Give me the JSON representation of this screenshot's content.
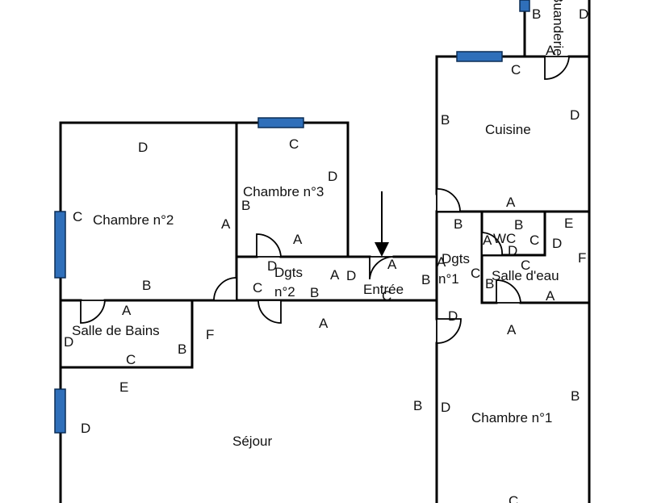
{
  "plan": {
    "rooms": {
      "cuisine": "Cuisine",
      "buanderie": "Buanderie",
      "chambre2": "Chambre n°2",
      "chambre3": "Chambre n°3",
      "dgts2_a": "Dgts",
      "dgts2_b": "n°2",
      "entree": "Entrée",
      "dgts1_a": "Dgts",
      "dgts1_b": "n°1",
      "wc": "WC",
      "salle_eau": "Salle d'eau",
      "salle_bains": "Salle de Bains",
      "sejour": "Séjour",
      "chambre1": "Chambre n°1"
    },
    "wall_letters": {
      "top_b": "B",
      "top_d": "D",
      "buand_a": "A",
      "cuisine_c": "C",
      "cuisine_b": "B",
      "cuisine_d": "D",
      "cuisine_a": "A",
      "ch3_c": "C",
      "ch3_d": "D",
      "ch3_b": "B",
      "ch3_a": "A",
      "ch2_d": "D",
      "ch2_c": "C",
      "ch2_a": "A",
      "ch2_b": "B",
      "dgts2_d": "D",
      "dgts2_c": "C",
      "dgts2_b": "B",
      "dgts2_a": "A",
      "entree_a1": "A",
      "entree_d": "D",
      "entree_a2": "A",
      "entree_c": "C",
      "entree_b": "B",
      "dgts1_a": "A",
      "dgts1_b": "B",
      "dgts1_c": "C",
      "dgts1_d": "D",
      "wc_b": "B",
      "wc_a": "A",
      "wc_c": "C",
      "wc_d": "D",
      "se_e": "E",
      "se_d": "D",
      "se_f": "F",
      "se_c": "C",
      "se_b": "B",
      "se_a": "A",
      "sdb_a": "A",
      "sdb_d": "D",
      "sdb_c": "C",
      "sdb_b": "B",
      "sdb_f": "F",
      "sej_a": "A",
      "sej_e": "E",
      "sej_d": "D",
      "sej_b": "B",
      "ch1_a": "A",
      "ch1_d": "D",
      "ch1_b": "B",
      "ch1_c": "C"
    }
  }
}
